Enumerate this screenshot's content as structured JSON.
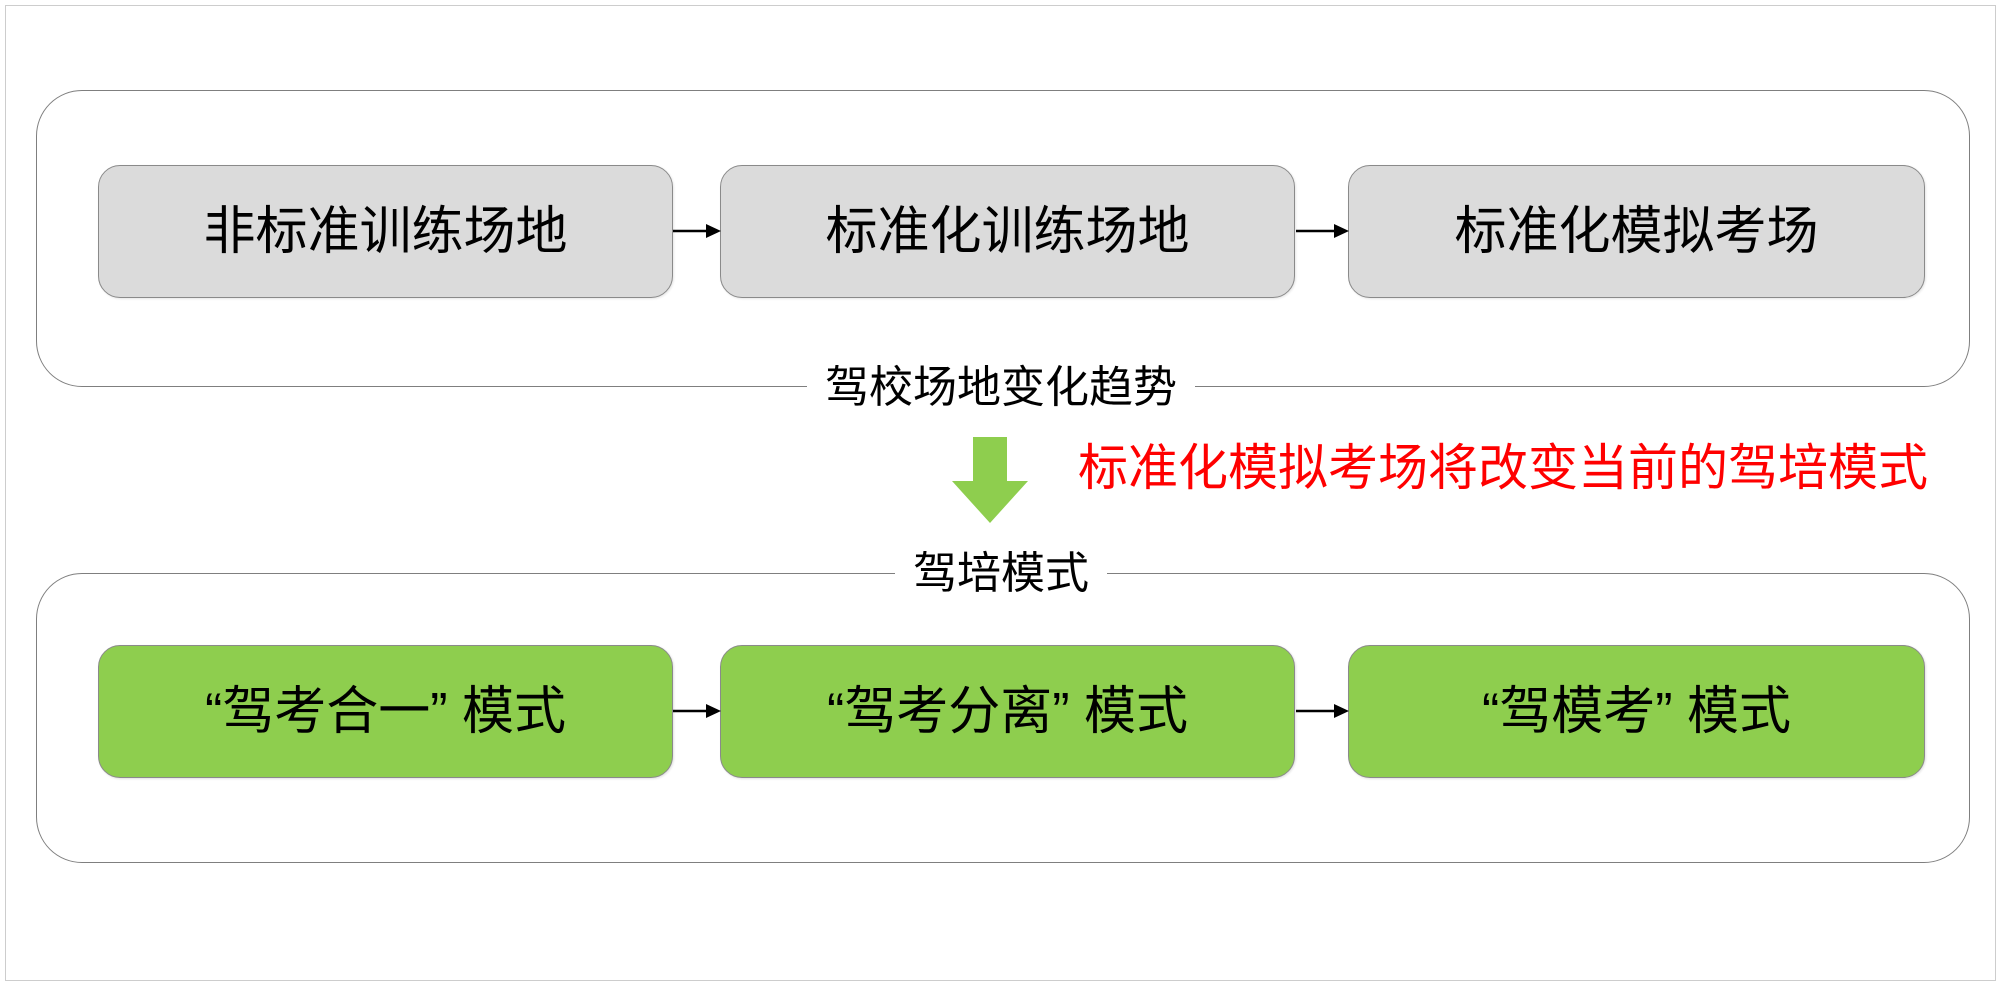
{
  "page": {
    "background_color": "#ffffff",
    "frame_color": "#cdcdcd"
  },
  "colors": {
    "gray_node_fill": "#dbdbdb",
    "green_node_fill": "#8ece4e",
    "node_border": "#8a8a8a",
    "group_border": "#7f7f7f",
    "callout_red": "#ff0000",
    "arrow_black": "#000000",
    "down_arrow_green": "#8ece4e"
  },
  "groups": [
    {
      "id": "trend",
      "label": "驾校场地变化趋势",
      "label_position": "bottom-center",
      "nodes": [
        {
          "id": "g1",
          "label": "非标准训练场地"
        },
        {
          "id": "g2",
          "label": "标准化训练场地"
        },
        {
          "id": "g3",
          "label": "标准化模拟考场"
        }
      ]
    },
    {
      "id": "mode",
      "label": "驾培模式",
      "label_position": "top-center",
      "nodes": [
        {
          "id": "m1",
          "label": "“驾考合一” 模式"
        },
        {
          "id": "m2",
          "label": "“驾考分离” 模式"
        },
        {
          "id": "m3",
          "label": "“驾模考” 模式"
        }
      ]
    }
  ],
  "connectors": [
    {
      "id": "conn-top-1",
      "from": "g1",
      "to": "g2",
      "style": "arrow-right"
    },
    {
      "id": "conn-top-2",
      "from": "g2",
      "to": "g3",
      "style": "arrow-right"
    },
    {
      "id": "conn-bot-1",
      "from": "m1",
      "to": "m2",
      "style": "arrow-right"
    },
    {
      "id": "conn-bot-2",
      "from": "m2",
      "to": "m3",
      "style": "arrow-right"
    }
  ],
  "down_arrow": {
    "icon": "arrow-down-icon",
    "color": "#8ece4e",
    "from_group": "trend",
    "to_group": "mode"
  },
  "callout": {
    "text": "标准化模拟考场将改变当前的驾培模式",
    "color": "#ff0000"
  }
}
